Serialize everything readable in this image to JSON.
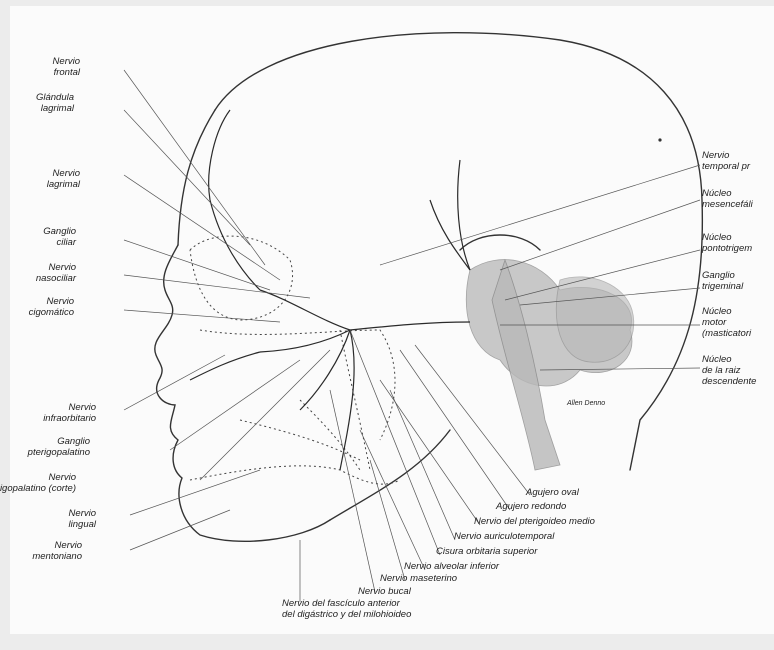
{
  "labels_left": [
    {
      "id": "nervio-frontal",
      "lines": [
        "Nervio",
        "frontal"
      ]
    },
    {
      "id": "glandula-lagrimal",
      "lines": [
        "Glándula",
        "lagrimal"
      ]
    },
    {
      "id": "nervio-lagrimal",
      "lines": [
        "Nervio",
        "lagrimal"
      ]
    },
    {
      "id": "ganglio-ciliar",
      "lines": [
        "Ganglio",
        "ciliar"
      ]
    },
    {
      "id": "nervio-nasociliar",
      "lines": [
        "Nervio",
        "nasociliar"
      ]
    },
    {
      "id": "nervio-cigomatico",
      "lines": [
        "Nervio",
        "cigomático"
      ]
    },
    {
      "id": "nervio-infraorbitario",
      "lines": [
        "Nervio",
        "infraorbitario"
      ]
    },
    {
      "id": "ganglio-pterigopalatino",
      "lines": [
        "Ganglio",
        "pterigopalatino"
      ]
    },
    {
      "id": "nervio-pterigopalatino",
      "lines": [
        "Nervio",
        "pterigopalatino (corte)"
      ]
    },
    {
      "id": "nervio-lingual",
      "lines": [
        "Nervio",
        "lingual"
      ]
    },
    {
      "id": "nervio-mentoniano",
      "lines": [
        "Nervio",
        "mentoniano"
      ]
    }
  ],
  "labels_right": [
    {
      "id": "nervio-temporal",
      "lines": [
        "Nervio",
        "temporal pr"
      ]
    },
    {
      "id": "nucleo-mesencefalico",
      "lines": [
        "Núcleo",
        "mesencefáli"
      ]
    },
    {
      "id": "nucleo-pontotrigeminal",
      "lines": [
        "Núcleo",
        "pontotrigem"
      ]
    },
    {
      "id": "ganglio-trigeminal",
      "lines": [
        "Ganglio",
        "trigeminal"
      ]
    },
    {
      "id": "nucleo-motor",
      "lines": [
        "Núcleo",
        "motor",
        "(masticatori"
      ]
    },
    {
      "id": "nucleo-raiz-descendente",
      "lines": [
        "Núcleo",
        "de la raiz",
        "descendente"
      ]
    }
  ],
  "labels_bottom": [
    {
      "id": "agujero-oval",
      "lines": [
        "Agujero oval"
      ]
    },
    {
      "id": "agujero-redondo",
      "lines": [
        "Agujero redondo"
      ]
    },
    {
      "id": "nervio-pterigoideo-medio",
      "lines": [
        "Nervio del pterigoideo medio"
      ]
    },
    {
      "id": "nervio-auriculotemporal",
      "lines": [
        "Nervio auriculotemporal"
      ]
    },
    {
      "id": "cisura-orbitaria-superior",
      "lines": [
        "Cisura orbitaria superior"
      ]
    },
    {
      "id": "nervio-alveolar-inferior",
      "lines": [
        "Nervio alveolar inferior"
      ]
    },
    {
      "id": "nervio-maseterino",
      "lines": [
        "Nervio maseterino"
      ]
    },
    {
      "id": "nervio-bucal",
      "lines": [
        "Nervio bucal"
      ]
    },
    {
      "id": "nervio-fasciculo-digastrico",
      "lines": [
        "Nervio del fascículo anterior",
        "del digástrico y del milohioideo"
      ]
    }
  ],
  "signature": "Allen Denno"
}
